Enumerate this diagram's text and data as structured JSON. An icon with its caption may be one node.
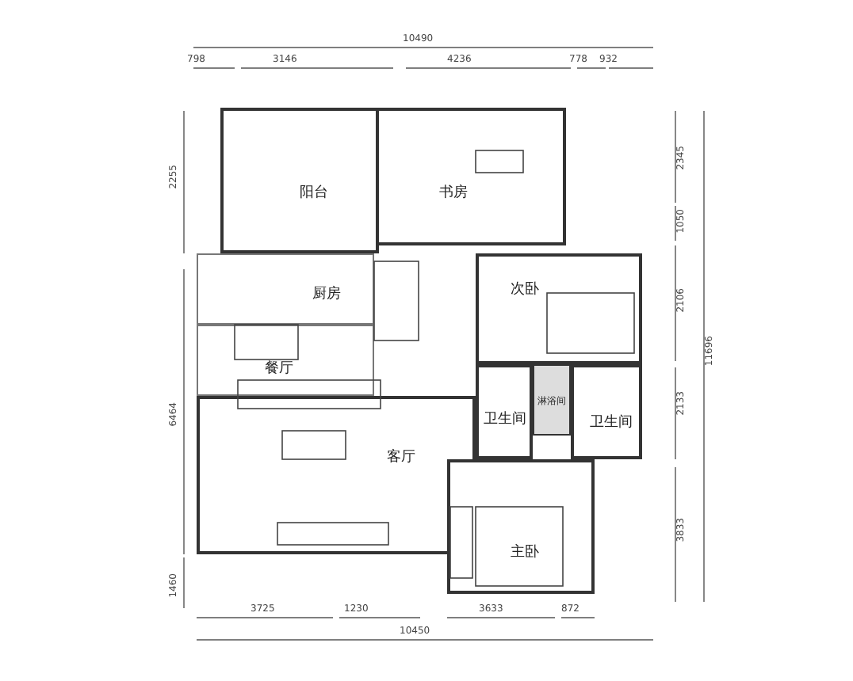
{
  "diagram": {
    "nodes": [
      {
        "text": [
          "阳台"
        ]
      },
      {
        "text": [
          "书房"
        ]
      },
      {
        "text": [
          "厨房"
        ]
      },
      {
        "text": [
          "餐厅"
        ]
      },
      {
        "text": [
          "客厅"
        ]
      },
      {
        "text": [
          "次卧"
        ]
      },
      {
        "text": [
          "卫生间"
        ]
      },
      {
        "text": [
          "淋浴间"
        ]
      },
      {
        "text": [
          "卫生间"
        ]
      },
      {
        "text": [
          "主卧"
        ]
      }
    ],
    "labels": [
      "10490",
      "798",
      "3146",
      "4236",
      "778",
      "932",
      "2255",
      "6464",
      "1460",
      "2345",
      "1050",
      "2106",
      "2133",
      "3833",
      "11696",
      "3725",
      "1230",
      "3633",
      "872",
      "10450"
    ]
  }
}
